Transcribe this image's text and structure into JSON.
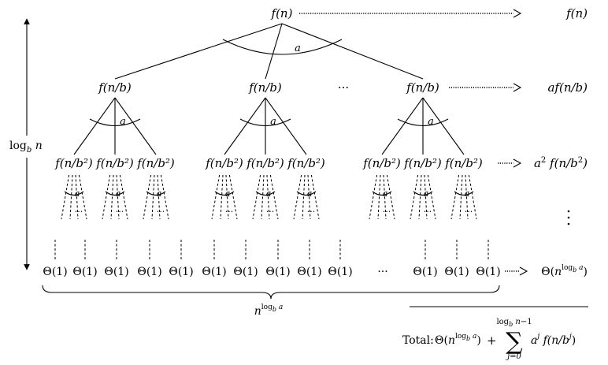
{
  "root_node": "f(n)",
  "root_cost": "f(n)",
  "branch_label": "a",
  "level1_nodes": [
    "f(n/b)",
    "f(n/b)",
    "f(n/b)"
  ],
  "level1_ellipsis": "···",
  "level1_cost": "af(n/b)",
  "level2_node": "f(n/b²)",
  "level2_cost": "a² f(n/b²)",
  "subtree_ellipsis": "···",
  "height_label": "log_b n",
  "leaf_label": "Θ(1)",
  "leaf_ellipsis": "···",
  "leaf_cost": "Θ(n^{log_b a})",
  "leaf_count": "n^{log_b a}",
  "total": {
    "label": "Total:",
    "theta_term": "Θ(n^{log_b a})",
    "plus": "+",
    "sum_upper": "log_b n−1",
    "sum_lower": "j=0",
    "summand": "a^j f(n/b^j)"
  }
}
